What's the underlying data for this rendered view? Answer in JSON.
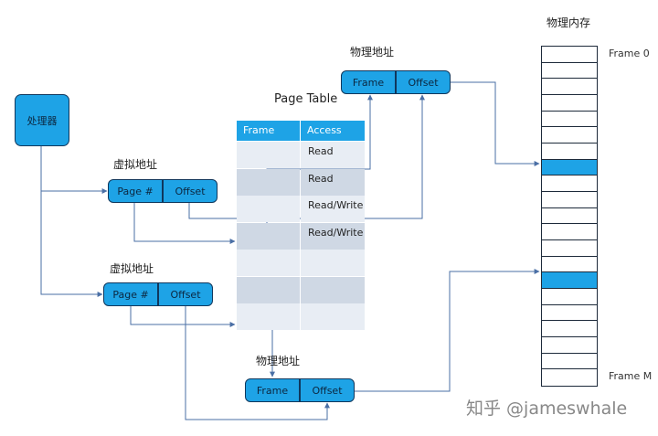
{
  "processor": {
    "label": "处理器"
  },
  "virtual_address_top": {
    "title": "虚拟地址",
    "page": "Page #",
    "offset": "Offset"
  },
  "virtual_address_bottom": {
    "title": "虚拟地址",
    "page": "Page #",
    "offset": "Offset"
  },
  "physical_address_top": {
    "title": "物理地址",
    "frame": "Frame",
    "offset": "Offset"
  },
  "physical_address_bottom": {
    "title": "物理地址",
    "frame": "Frame",
    "offset": "Offset"
  },
  "page_table": {
    "title": "Page Table",
    "headers": [
      "Frame",
      "Access"
    ],
    "rows": [
      {
        "frame": "",
        "access": "Read"
      },
      {
        "frame": "",
        "access": "Read"
      },
      {
        "frame": "",
        "access": "Read/Write"
      },
      {
        "frame": "",
        "access": "Read/Write"
      },
      {
        "frame": "",
        "access": ""
      },
      {
        "frame": "",
        "access": ""
      },
      {
        "frame": "",
        "access": ""
      }
    ]
  },
  "physical_memory": {
    "title": "物理内存",
    "first_label": "Frame 0",
    "last_label": "Frame M",
    "frame_count": 21,
    "highlighted_frames": [
      7,
      14
    ]
  },
  "watermark": "知乎 @jameswhale",
  "colors": {
    "box_fill": "#1ea3e6",
    "box_border": "#10375c",
    "row_light": "#e8edf4",
    "row_dark": "#cfd8e4",
    "arrow": "#4a6fa5"
  }
}
